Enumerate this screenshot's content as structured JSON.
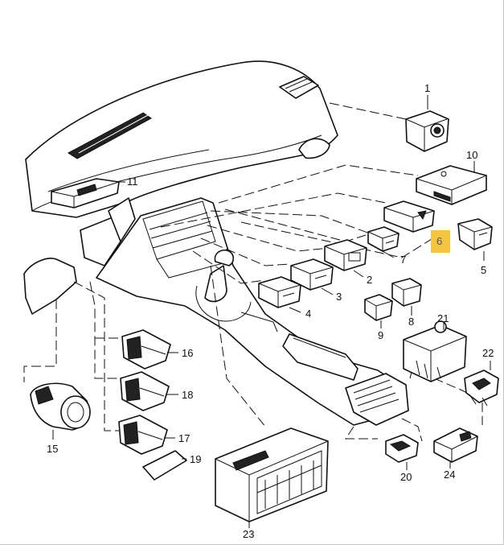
{
  "diagram": {
    "highlight_color": "#f5c542",
    "labels": {
      "p1": "1",
      "p2": "2",
      "p3": "3",
      "p4": "4",
      "p5": "5",
      "p6": "6",
      "p7": "7",
      "p8": "8",
      "p9": "9",
      "p10": "10",
      "p11": "11",
      "p15": "15",
      "p16": "16",
      "p17": "17",
      "p18": "18",
      "p19": "19",
      "p20": "20",
      "p21": "21",
      "p22": "22",
      "p23": "23",
      "p24": "24"
    }
  }
}
